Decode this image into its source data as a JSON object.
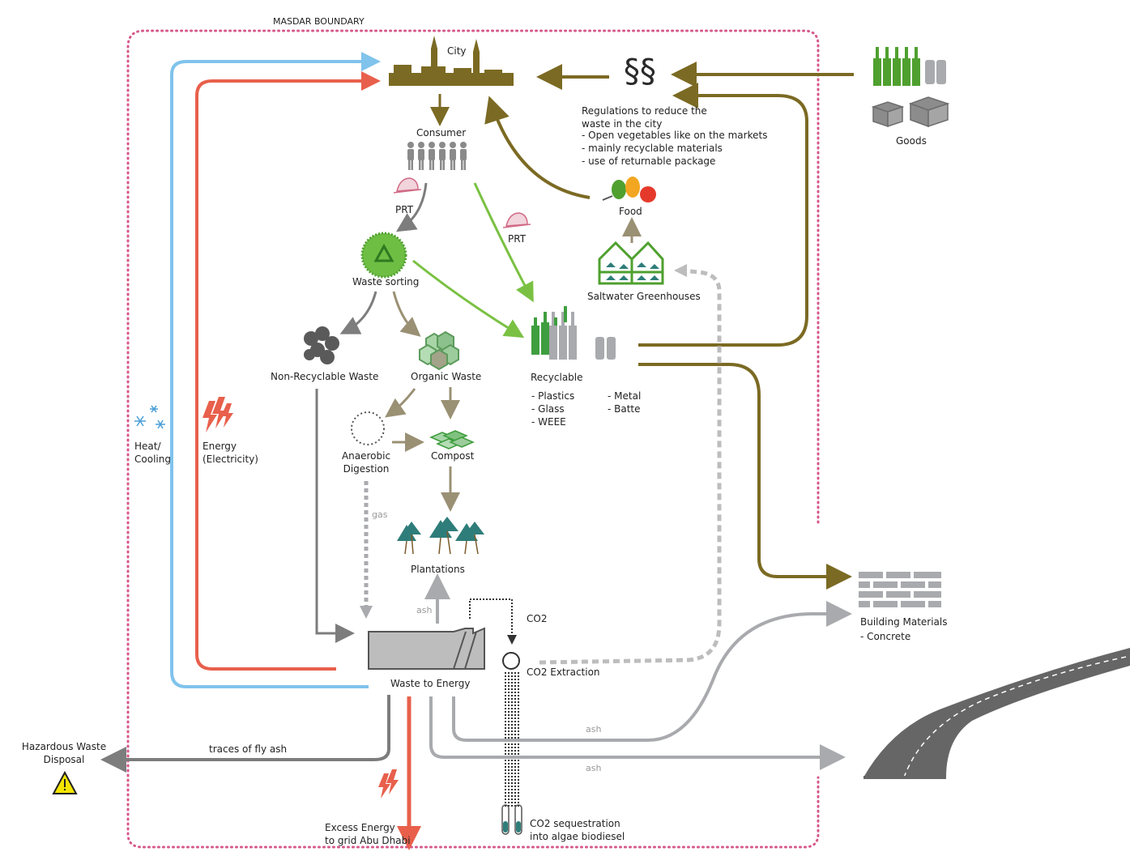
{
  "boundary_label": "MASDAR BOUNDARY",
  "city_label": "City",
  "consumer_label": "Consumer",
  "prt_label_left": "PRT",
  "prt_label_right": "PRT",
  "waste_sorting_label": "Waste sorting",
  "non_recyclable_label": "Non-Recyclable Waste",
  "organic_waste_label": "Organic Waste",
  "recyclable": {
    "label": "Recyclable",
    "items_left": [
      "- Plastics",
      "- Glass",
      "- WEEE"
    ],
    "items_right": [
      "- Metal",
      "- Batte"
    ]
  },
  "anaerobic_label": [
    "Anaerobic",
    "Digestion"
  ],
  "compost_label": "Compost",
  "gas_label": "gas",
  "plantations_label": "Plantations",
  "ash_label": "ash",
  "co2_label": "CO2",
  "co2_extraction_label": "CO2 Extraction",
  "waste_to_energy_label": "Waste to Energy",
  "heat_cooling_label": [
    "Heat/",
    "Cooling"
  ],
  "energy_label": [
    "Energy",
    "(Electricity)"
  ],
  "regulations": {
    "title": [
      "Regulations to reduce the",
      "waste in the city"
    ],
    "bullets": [
      "- Open vegetables like on the markets",
      "- mainly recyclable materials",
      "- use of returnable package"
    ]
  },
  "goods_label": "Goods",
  "food_label": "Food",
  "greenhouses_label": "Saltwater Greenhouses",
  "building_materials": {
    "label": "Building Materials",
    "sub": "- Concrete"
  },
  "hazardous_label": [
    "Hazardous Waste",
    "Disposal"
  ],
  "fly_ash_label": "traces of fly ash",
  "ash_upper_label": "ash",
  "ash_lower_label": "ash",
  "excess_energy_label": [
    "Excess Energy",
    "to grid Abu Dhabi"
  ],
  "co2_sequestration_label": [
    "CO2 sequestration",
    "into algae biodiesel"
  ],
  "section_symbol": "§§",
  "colors": {
    "olive": "#7b6a23",
    "green": "#7ac143",
    "blue": "#80c3ec",
    "red": "#e8604c",
    "grey": "#8c8c8c",
    "light_grey": "#a9aaae",
    "boundary_pink": "#d6588a",
    "dark_green": "#2f7d32"
  }
}
